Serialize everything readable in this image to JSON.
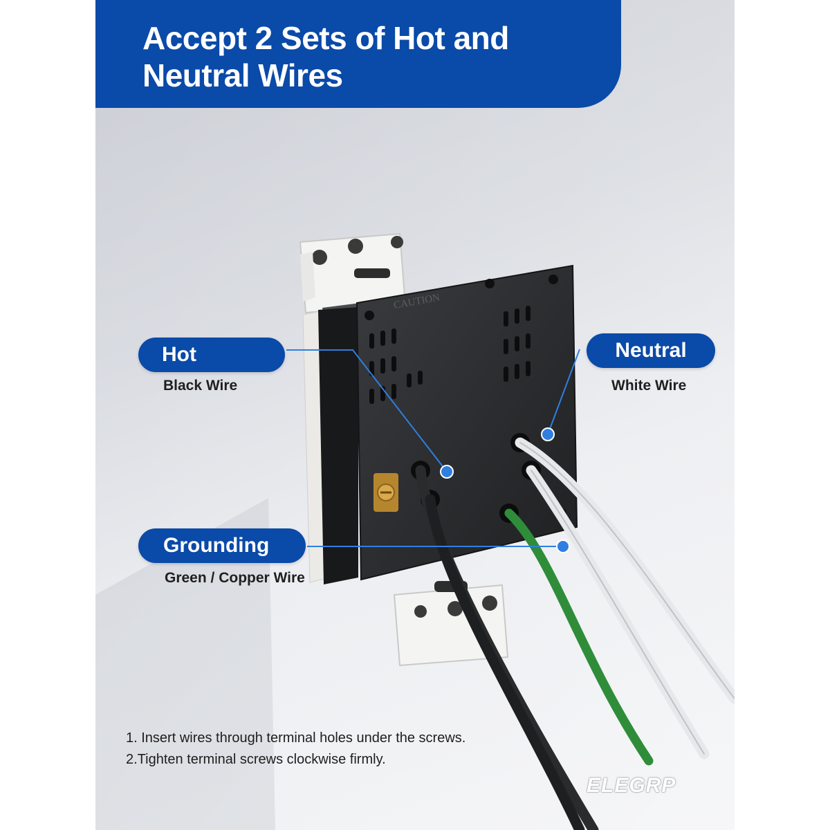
{
  "title": "Accept 2 Sets of Hot and Neutral Wires",
  "labels": {
    "hot": {
      "title": "Hot",
      "subtitle": "Black Wire"
    },
    "neutral": {
      "title": "Neutral",
      "subtitle": "White Wire"
    },
    "grounding": {
      "title": "Grounding",
      "subtitle": "Green / Copper Wire"
    }
  },
  "device_caution_text": "CAUTION",
  "instructions": [
    "1. Insert wires through terminal holes under the screws.",
    "2.Tighten terminal screws clockwise firmly."
  ],
  "brand": "ELEGRP",
  "colors": {
    "banner": "#0a4aa8",
    "callout_line": "#2f7fe0",
    "hot_wire": "#2a2a2a",
    "neutral_wire": "#e6e8ea",
    "ground_wire": "#2f8d3a"
  }
}
